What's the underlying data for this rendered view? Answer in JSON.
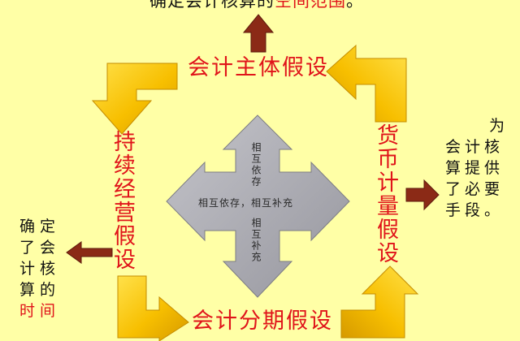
{
  "diagram": {
    "top_caption": {
      "prefix": "确定会计核算的",
      "highlight": "空间范围",
      "suffix": "。"
    },
    "assumptions": {
      "entity": "会计主体假设",
      "going_concern": "持续经营假设",
      "currency": "货币计量假设",
      "period": "会计分期假设"
    },
    "center": {
      "vertical_top": "相互依存",
      "horizontal": "相互依存，相互补充",
      "vertical_bottom": "相互补充"
    },
    "right_note": {
      "lines": [
        "为",
        "会计核",
        "算提供",
        "了必要",
        "手段。"
      ]
    },
    "left_note": {
      "lines": [
        "确定",
        "了会",
        "计核",
        "算的"
      ],
      "highlight_line": "时间"
    },
    "colors": {
      "background": "#FFFFA6",
      "accent_red": "#E0141A",
      "arrow_gold": "#F5B800",
      "arrow_brown": "#8B2A16",
      "cross_grey": "#A8A8AE"
    }
  }
}
